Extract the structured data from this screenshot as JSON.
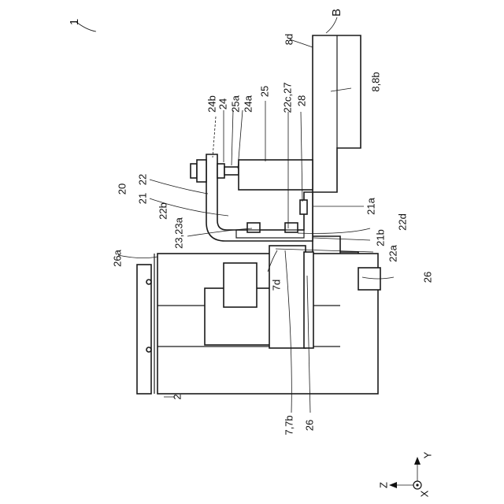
{
  "figure": {
    "ref_assembly": "1",
    "ref_block": "B"
  },
  "labels": {
    "l_8d": "8d",
    "l_8_8b": "8,8b",
    "l_24b": "24b",
    "l_24": "24",
    "l_25a": "25a",
    "l_24a": "24a",
    "l_25": "25",
    "l_22c_27": "22c,27",
    "l_28": "28",
    "l_20": "20",
    "l_22": "22",
    "l_21": "21",
    "l_22b": "22b",
    "l_21a": "21a",
    "l_23_23a": "23,23a",
    "l_22d": "22d",
    "l_21b": "21b",
    "l_26a": "26a",
    "l_22a": "22a",
    "l_7d": "7d",
    "l_26_right": "26",
    "l_2": "2",
    "l_7_7b": "7,7b",
    "l_26_bottom": "26"
  },
  "axes": {
    "y": "Y",
    "z": "Z",
    "x": "X"
  }
}
